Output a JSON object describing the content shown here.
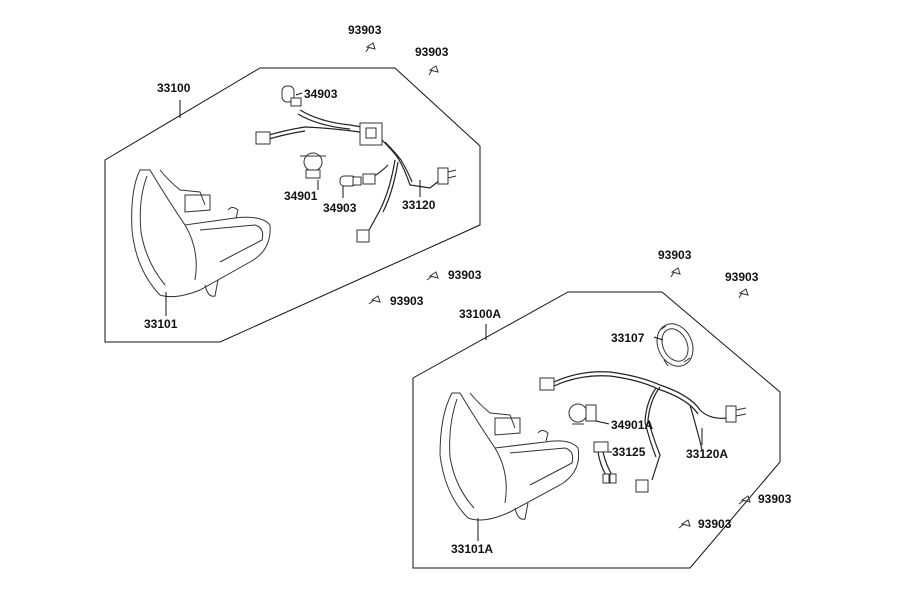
{
  "labels": {
    "a33100": "33100",
    "a34903_top": "34903",
    "a34901": "34901",
    "a34903_mid": "34903",
    "a33120": "33120",
    "a33101": "33101",
    "a93903_1": "93903",
    "a93903_2": "93903",
    "a93903_3": "93903",
    "a93903_4": "93903",
    "b93903_1": "93903",
    "b93903_2": "93903",
    "b33100A": "33100A",
    "b33107": "33107",
    "b34901A": "34901A",
    "b33125": "33125",
    "b33120A": "33120A",
    "b33101A": "33101A",
    "b93903_3": "93903",
    "b93903_4": "93903"
  }
}
